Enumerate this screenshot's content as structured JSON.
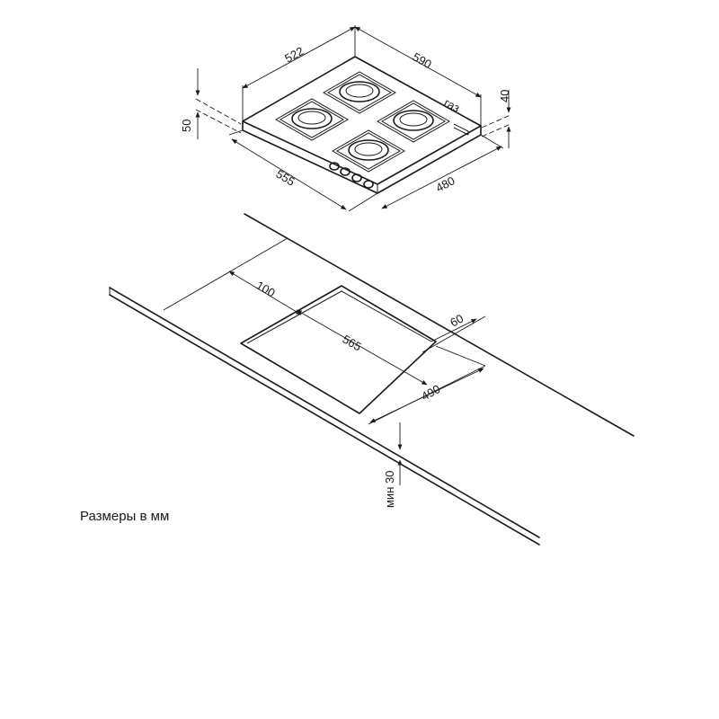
{
  "hob": {
    "dims": {
      "width_top": "522",
      "depth_top": "590",
      "width_front": "555",
      "depth_front": "480",
      "height": "50",
      "gas_height": "40",
      "gas_label": "газ"
    }
  },
  "cutout": {
    "dims": {
      "offset_front": "100",
      "cut_width": "565",
      "offset_back": "60",
      "cut_depth": "490",
      "min_thickness": "мин 30"
    }
  },
  "note": "Размеры в мм"
}
